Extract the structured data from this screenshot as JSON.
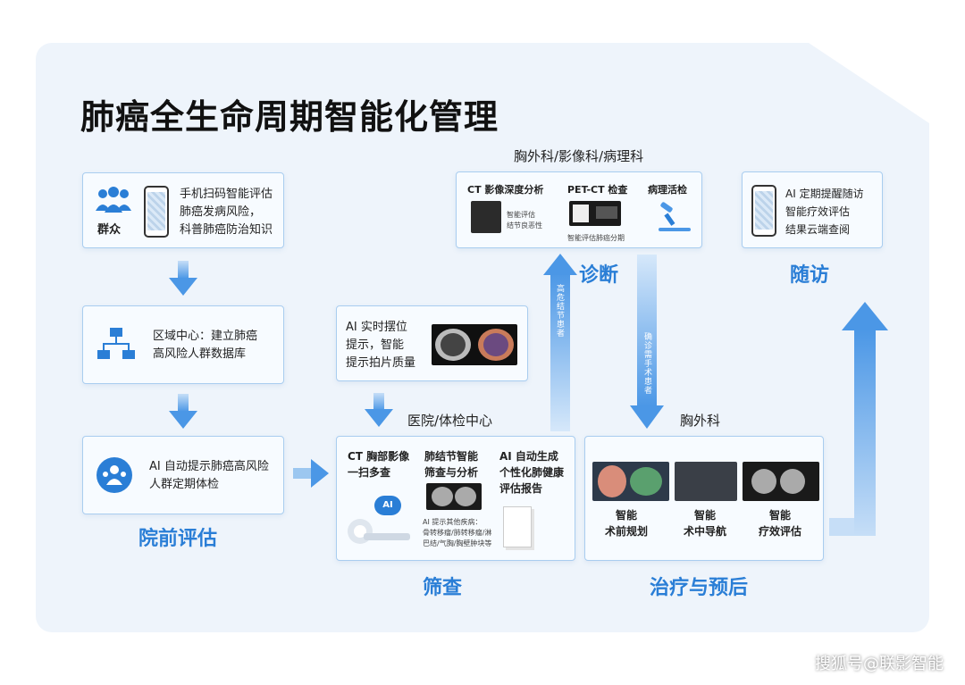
{
  "title": "肺癌全生命周期智能化管理",
  "colors": {
    "accent": "#2a7ed6",
    "card_border": "#a9cdef",
    "panel": "#eef4fb"
  },
  "crowd": {
    "label": "群众",
    "lines": [
      "手机扫码智能评估",
      "肺癌发病风险，",
      "科普肺癌防治知识"
    ]
  },
  "region": {
    "lines": [
      "区域中心：建立肺癌",
      "高风险人群数据库"
    ]
  },
  "ai_check": {
    "lines": [
      "AI 自动提示肺癌高风险",
      "人群定期体检"
    ]
  },
  "ai_position": {
    "lines": [
      "AI 实时摆位",
      "提示，智能",
      "提示拍片质量"
    ]
  },
  "hospital": {
    "label": "医院/体检中心",
    "col1_title": [
      "CT 胸部影像",
      "一扫多查"
    ],
    "col2_title": [
      "肺结节智能",
      "筛查与分析"
    ],
    "col3_title": [
      "AI 自动生成",
      "个性化肺健康",
      "评估报告"
    ],
    "ai_badge": "AI",
    "note": [
      "AI 提示其他疾病：",
      "骨转移瘤/肺转移瘤/淋",
      "巴结/气胸/胸壁肿块等"
    ]
  },
  "diagnosis": {
    "dept": "胸外科/影像科/病理科",
    "col1_title": "CT 影像深度分析",
    "col1_note": [
      "智能评估",
      "结节良恶性"
    ],
    "col2_title": "PET-CT 检查",
    "col2_note": "智能评估肺癌分期",
    "col3_title": "病理活检"
  },
  "followup": {
    "lines": [
      "AI 定期提醒随访",
      "智能疗效评估",
      "结果云端查阅"
    ]
  },
  "surgery": {
    "dept": "胸外科",
    "items": [
      {
        "l1": "智能",
        "l2": "术前规划"
      },
      {
        "l1": "智能",
        "l2": "术中导航"
      },
      {
        "l1": "智能",
        "l2": "疗效评估"
      }
    ]
  },
  "arrows": {
    "up_label": "高危结节患者",
    "down_label": "确诊需手术患者"
  },
  "sections": {
    "pre": "院前评估",
    "screen": "筛查",
    "diag": "诊断",
    "treat": "治疗与预后",
    "follow": "随访"
  },
  "watermark": "搜狐号@联影智能"
}
